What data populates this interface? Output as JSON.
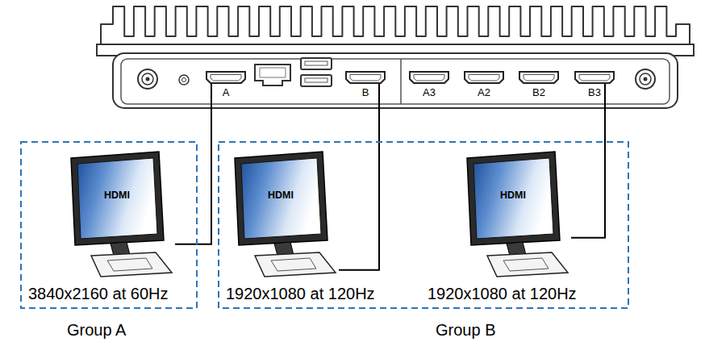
{
  "diagram": {
    "nodes": [
      {
        "text": [
          "A"
        ]
      },
      {
        "text": [
          "B"
        ]
      },
      {
        "text": [
          "A3"
        ]
      },
      {
        "text": [
          "A2"
        ]
      },
      {
        "text": [
          "B2"
        ]
      },
      {
        "text": [
          "B3"
        ]
      },
      {
        "text": [
          "Group A"
        ]
      },
      {
        "text": [
          "HDMI"
        ],
        "in": 6
      },
      {
        "text": [
          "Group B"
        ]
      },
      {
        "text": [
          "HDMI"
        ],
        "in": 8
      },
      {
        "text": [
          "HDMI"
        ],
        "in": 8
      }
    ],
    "edges": [
      {
        "from": 0,
        "to": 7,
        "arrow": "none"
      },
      {
        "from": 1,
        "to": 9,
        "arrow": "none"
      },
      {
        "from": 5,
        "to": 10,
        "arrow": "none"
      }
    ],
    "labels": [
      "3840x2160 at 60Hz",
      "1920x1080 at 120Hz",
      "1920x1080 at 120Hz"
    ]
  }
}
